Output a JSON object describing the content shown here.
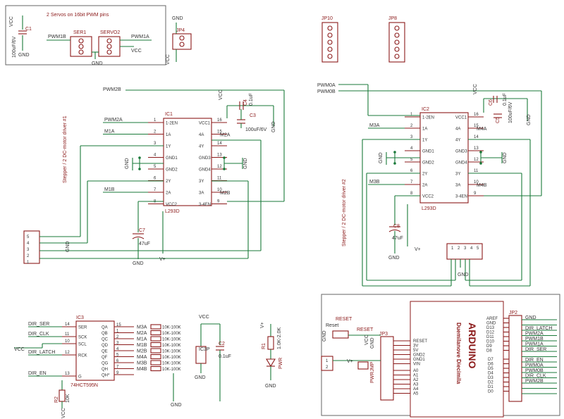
{
  "labels": {
    "servo_title": "2 Servos on 16bit PWM pins",
    "stepper1_title": "Stepper / 2 DC-motor driver #1",
    "stepper2_title": "Stepper / 2 DC-motor driver #2",
    "vcc": "VCC",
    "gnd": "GND",
    "v_plus": "V+"
  },
  "servo_block": {
    "c1": "C1",
    "c1_value": "100uF/6V",
    "ser1": "SER1",
    "servo2": "SERVO2",
    "pwm1b": "PWM1B",
    "pwm1a": "PWM1A",
    "jp4": "JP4"
  },
  "headers": {
    "jp10": "JP10",
    "jp8": "JP8",
    "jp2": "JP2",
    "jp3": "JP3"
  },
  "ic1": {
    "name": "IC1",
    "part": "L293D",
    "left_pins": [
      {
        "num": "1",
        "name": "1-2EN",
        "net": "PWM2A"
      },
      {
        "num": "2",
        "name": "1A",
        "net": "M1A"
      },
      {
        "num": "3",
        "name": "1Y",
        "net": ""
      },
      {
        "num": "4",
        "name": "GND1",
        "net": ""
      },
      {
        "num": "5",
        "name": "GND2",
        "net": ""
      },
      {
        "num": "6",
        "name": "2Y",
        "net": ""
      },
      {
        "num": "7",
        "name": "2A",
        "net": "M1B"
      },
      {
        "num": "8",
        "name": "VCC2",
        "net": ""
      }
    ],
    "right_pins": [
      {
        "num": "16",
        "name": "VCC1",
        "net": ""
      },
      {
        "num": "15",
        "name": "4A",
        "net": "M2A"
      },
      {
        "num": "14",
        "name": "4Y",
        "net": ""
      },
      {
        "num": "13",
        "name": "GND3",
        "net": ""
      },
      {
        "num": "12",
        "name": "GND4",
        "net": ""
      },
      {
        "num": "11",
        "name": "3Y",
        "net": ""
      },
      {
        "num": "10",
        "name": "3A",
        "net": "M2B"
      },
      {
        "num": "9",
        "name": "3-4EN",
        "net": ""
      }
    ],
    "pwm2b": "PWM2B",
    "c4": "C4",
    "c4_value": "0.1uF",
    "c3": "C3",
    "c3_value": "100uF/6V",
    "c7": "C7",
    "c7_value": "47uF"
  },
  "ic2": {
    "name": "IC2",
    "part": "L293D",
    "left_pins": [
      {
        "num": "1",
        "name": "1-2EN",
        "net": ""
      },
      {
        "num": "2",
        "name": "1A",
        "net": "M3A"
      },
      {
        "num": "3",
        "name": "1Y",
        "net": ""
      },
      {
        "num": "4",
        "name": "GND1",
        "net": ""
      },
      {
        "num": "5",
        "name": "GND2",
        "net": ""
      },
      {
        "num": "6",
        "name": "2Y",
        "net": ""
      },
      {
        "num": "7",
        "name": "2A",
        "net": "M3B"
      },
      {
        "num": "8",
        "name": "VCC2",
        "net": ""
      }
    ],
    "right_pins": [
      {
        "num": "16",
        "name": "VCC1",
        "net": ""
      },
      {
        "num": "15",
        "name": "4A",
        "net": "M4A"
      },
      {
        "num": "14",
        "name": "4Y",
        "net": ""
      },
      {
        "num": "13",
        "name": "GND3",
        "net": ""
      },
      {
        "num": "12",
        "name": "GND4",
        "net": ""
      },
      {
        "num": "11",
        "name": "3Y",
        "net": ""
      },
      {
        "num": "10",
        "name": "3A",
        "net": "M4B"
      },
      {
        "num": "9",
        "name": "3-4EN",
        "net": ""
      }
    ],
    "pwm0a": "PWM0A",
    "pwm0b": "PWM0B",
    "c6": "C6",
    "c6_value": "0.1uF",
    "c5": "C5",
    "c5_value": "100uF/6V",
    "c8": "C8",
    "c8_value": "47uF"
  },
  "ic3": {
    "name": "IC3",
    "part": "74HCT595N",
    "left_pins": [
      {
        "num": "14",
        "name": "SER",
        "net": "DIR_SER"
      },
      {
        "num": "11",
        "name": "SCK",
        "net": "DIR_CLK"
      },
      {
        "num": "10",
        "name": "SCL",
        "net": ""
      },
      {
        "num": "12",
        "name": "RCK",
        "net": "DIR_LATCH"
      },
      {
        "num": "13",
        "name": "G",
        "net": "DIR_EN"
      }
    ],
    "right_pins": [
      {
        "num": "15",
        "name": "QA",
        "net": "M3A"
      },
      {
        "num": "1",
        "name": "QB",
        "net": "M2A"
      },
      {
        "num": "2",
        "name": "QC",
        "net": "M1A"
      },
      {
        "num": "3",
        "name": "QD",
        "net": "M1B"
      },
      {
        "num": "4",
        "name": "QE",
        "net": "M2B"
      },
      {
        "num": "5",
        "name": "QF",
        "net": "M4A"
      },
      {
        "num": "6",
        "name": "QG",
        "net": "M3B"
      },
      {
        "num": "7",
        "name": "QH",
        "net": "M4B"
      },
      {
        "num": "9",
        "name": "QH*",
        "net": ""
      }
    ],
    "resistor_value": "10K-100K",
    "r2": "R2",
    "r2_value": "10K"
  },
  "ic3p": {
    "name": "IC3P",
    "c2": "C2",
    "c2_value": "0.1uF"
  },
  "power_led": {
    "r1": "R1",
    "r1_value": "1.0K-2.0K",
    "led": "PWR"
  },
  "arduino": {
    "title": "ARDUINO",
    "subtitle": "Duemilanove Diecimila",
    "reset": "RESET",
    "reset_label": "Reset",
    "pwrjmp": "PWRJMP",
    "power_pins": [
      "RESET",
      "3V",
      "5V",
      "GND2",
      "GND1",
      "VIN"
    ],
    "analog_pins": [
      "A0",
      "A1",
      "A2",
      "A3",
      "A4",
      "A5"
    ],
    "digital_pins_top": [
      "AREF",
      "GND",
      "D13",
      "D12",
      "D11",
      "D10",
      "D9",
      "D8"
    ],
    "digital_pins_bottom": [
      "D7",
      "D6",
      "D5",
      "D4",
      "D3",
      "D2",
      "D1",
      "D0"
    ],
    "jp2_nets": [
      "GND",
      "",
      "DIR_LATCH",
      "PWM2A",
      "PWM1B",
      "PWM1A",
      "DIR_SER",
      "",
      "DIR_EN",
      "PWM0A",
      "PWM0B",
      "DIR_CLK",
      "PWM2B",
      "",
      ""
    ]
  }
}
